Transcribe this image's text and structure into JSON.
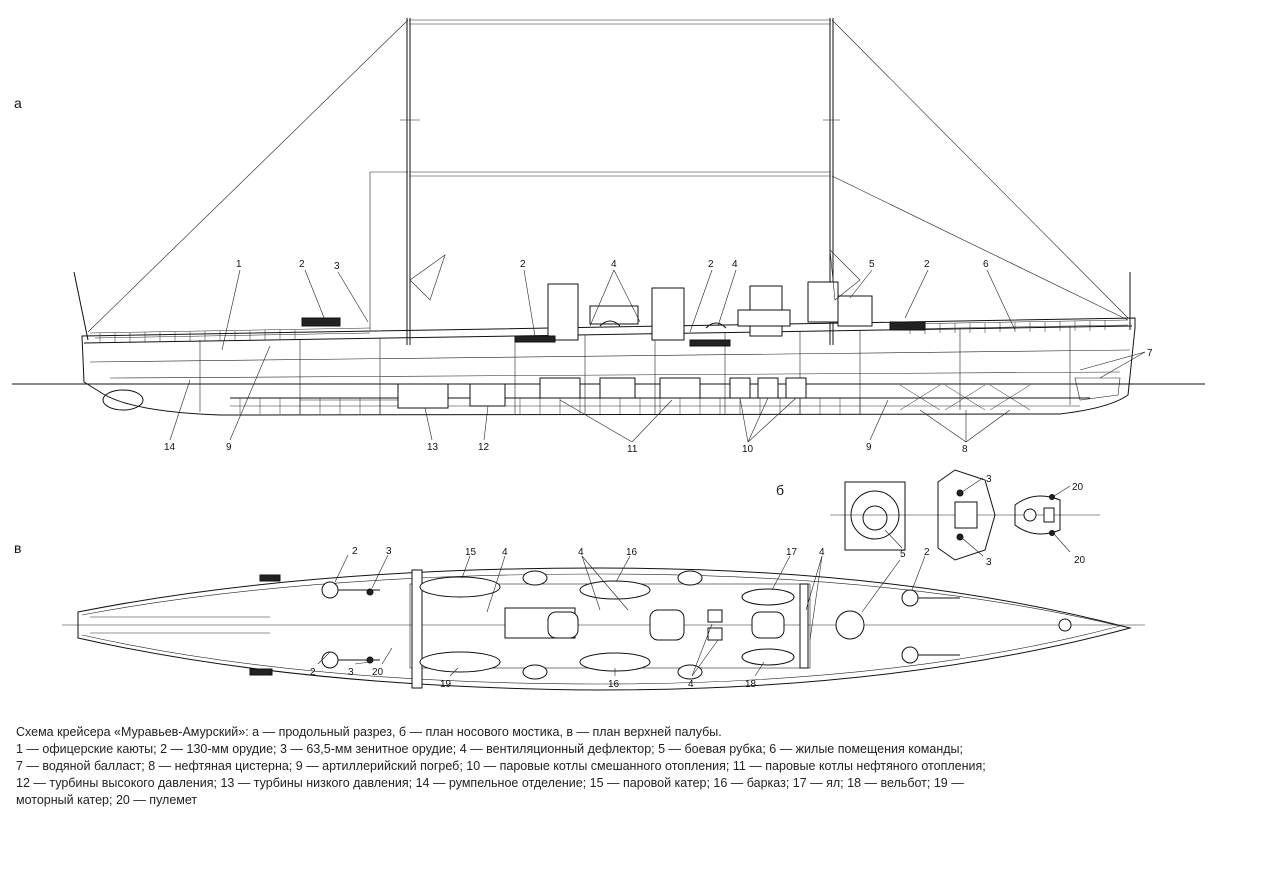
{
  "panels": {
    "a": "а",
    "b": "б",
    "v": "в"
  },
  "labels_a": {
    "l1": "1",
    "l2a": "2",
    "l3": "3",
    "l2b": "2",
    "l4a": "4",
    "l2c": "2",
    "l4b": "4",
    "l5": "5",
    "l2d": "2",
    "l6": "6",
    "l7": "7",
    "l14": "14",
    "l9a": "9",
    "l13": "13",
    "l12": "12",
    "l11": "11",
    "l10": "10",
    "l9b": "9",
    "l8": "8"
  },
  "labels_b": {
    "l5": "5",
    "l3a": "3",
    "l3b": "3",
    "l20a": "20",
    "l20b": "20"
  },
  "labels_v": {
    "l2a": "2",
    "l3a": "3",
    "l15": "15",
    "l4a": "4",
    "l4b": "4",
    "l16a": "16",
    "l17": "17",
    "l4c": "4",
    "l2b": "2",
    "l2c": "2",
    "l3b": "3",
    "l20": "20",
    "l19": "19",
    "l16b": "16",
    "l4d": "4",
    "l18": "18"
  },
  "caption": {
    "line1": "Схема крейсера «Муравьев-Амурский»: а — продольный разрез, б — план носового мостика, в — план верхней палубы.",
    "line2": "1 — офицерские каюты; 2 — 130-мм орудие; 3 — 63,5-мм зенитное орудие; 4 — вентиляционный дефлектор; 5 — боевая рубка; 6 — жилые помещения команды;",
    "line3": "7 — водяной балласт; 8 — нефтяная цистерна; 9 — артиллерийский погреб; 10 — паровые котлы смешанного отопления; 11 — паровые котлы нефтяного отопления;",
    "line4": "12 — турбины высокого давления; 13 — турбины низкого давления; 14 — румпельное отделение; 15 — паровой катер; 16 — барказ; 17 — ял; 18 — вельбот; 19 —",
    "line5": "моторный катер; 20 — пулемет"
  }
}
